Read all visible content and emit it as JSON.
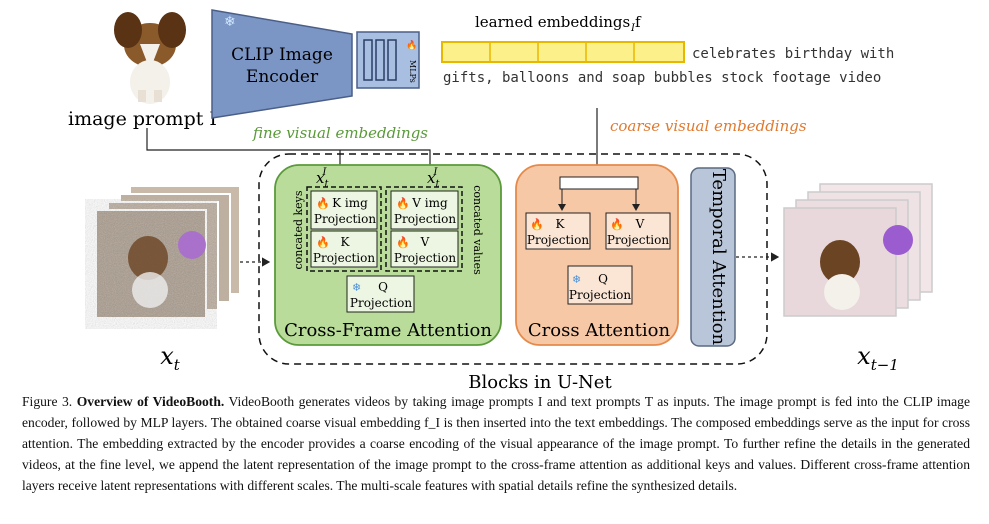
{
  "image_prompt_label": "image prompt I",
  "clip_encoder": {
    "line1": "CLIP Image",
    "line2": "Encoder",
    "snowflake": "snowflake-icon"
  },
  "mlp_label": "MLPs",
  "fire_icon": "fire-icon",
  "learned_embeddings_label": "learned embeddings f",
  "learned_embeddings_subscript": "I",
  "text_prompt": {
    "line1": "celebrates birthday with",
    "line2": "gifts, balloons and soap bubbles stock footage video"
  },
  "fine_label": "fine visual embeddings",
  "coarse_label": "coarse visual embeddings",
  "blocks_label": "Blocks in U-Net",
  "xt_label": "x",
  "xt_sub": "t",
  "xt1_sub": "t−1",
  "xtI_left": {
    "base": "x",
    "sub": "t",
    "sup": "I"
  },
  "xtI_right": {
    "base": "x",
    "sub": "t",
    "sup": "I"
  },
  "cross_frame": {
    "title": "Cross-Frame Attention",
    "keys_label": "concated keys",
    "values_label": "concated values",
    "k_img": [
      "K img",
      "Projection"
    ],
    "v_img": [
      "V img",
      "Projection"
    ],
    "k": [
      "K",
      "Projection"
    ],
    "v": [
      "V",
      "Projection"
    ],
    "q": [
      "Q",
      "Projection"
    ]
  },
  "cross_attn": {
    "title": "Cross Attention",
    "k": [
      "K",
      "Projection"
    ],
    "v": [
      "V",
      "Projection"
    ],
    "q": [
      "Q",
      "Projection"
    ]
  },
  "temporal_label": "Temporal Attention",
  "colors": {
    "clip_fill": "#7b95c4",
    "green_fill": "#b9dc9a",
    "green_stroke": "#5a9a3a",
    "orange_fill": "#f6c8a6",
    "orange_stroke": "#e58a4a",
    "temporal_fill": "#b9c6d9",
    "embed_fill": "#fbf08a",
    "embed_stroke": "#e8b800",
    "fine_color": "#5a9a3a",
    "coarse_color": "#e07a30"
  },
  "caption": {
    "prefix": "Figure 3. ",
    "bold": "Overview of VideoBooth.",
    "body": " VideoBooth generates videos by taking image prompts I and text prompts T as inputs. The image prompt is fed into the CLIP image encoder, followed by MLP layers. The obtained coarse visual embedding f_I is then inserted into the text embeddings. The composed embeddings serve as the input for cross attention. The embedding extracted by the encoder provides a coarse encoding of the visual appearance of the image prompt. To further refine the details in the generated videos, at the fine level, we append the latent representation of the image prompt to the cross-frame attention as additional keys and values. Different cross-frame attention layers receive latent representations with different scales. The multi-scale features with spatial details refine the synthesized details."
  }
}
